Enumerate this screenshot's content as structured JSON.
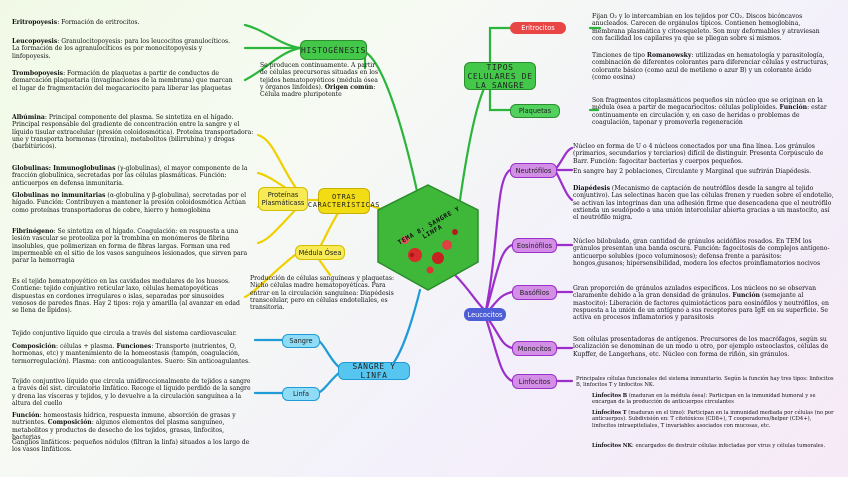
{
  "hub": {
    "title": "TEMA 8: SANGRE Y LINFA"
  },
  "nodes": {
    "histogenesis": "HISTOGÉNESIS",
    "tipos": "TIPOS CELULARES DE LA SANGRE",
    "otras": "OTRAS CARACTERÍSTICAS",
    "sangre_linfa": "SANGRE Y LINFA",
    "eritrocitos": "Eritrocitos",
    "plaquetas": "Plaquetas",
    "leucocitos": "Leucocitos",
    "neutrofilos": "Neutrófilos",
    "eosinofilos": "Eosinófilos",
    "basofilos": "Basófilos",
    "monocitos": "Monocitos",
    "linfocitos": "Linfocitos",
    "proteinas": "Proteínas Plasmáticass",
    "medula": "Médula Ósea",
    "sangre": "Sangre",
    "linfa": "Linfa"
  },
  "texts": {
    "eritropoyesis": {
      "b": "Eritropoyesis",
      "r": ": Formación de eritrocitos."
    },
    "leucopoyesis": {
      "b": "Leucopoyesis",
      "r": ": Granulocitopoyesis: para los leucocitos granulocíticos. La formación de los agranulocíticos es por monocitopoyesis y linfopoyesis."
    },
    "trombopoyesis": {
      "b": "Trombopoyesis",
      "r": ": Formación de plaquetas a partir de conductos de demarcación plaquetaria (invaginaciones de la membrana) que marcan el lugar de fragmentación del megacariocito para liberar las plaquetas"
    },
    "histo_desc": {
      "r": "Se producen continuamente. A partir de células precursoras situadas en los tejidos hematopoyéticos (médula ósea y órganos linfoides). ",
      "b": "Origen común",
      "r2": ": Célula madre pluripotente"
    },
    "eritro_desc": "Fijan O₂ y lo intercambian en los tejidos por CO₂. Discos bicóncavos anucleados. Carecen de orgánulos típicos. Contienen hemoglobina, membrana plasmática y citoesqueleto. Son muy deformables y atraviesan con facilidad los capilares ya que se pliegan sobre sí mismos.",
    "tinciones": {
      "r": "Tinciones de tipo ",
      "b": "Romanowsky",
      "r2": ": utilizadas en hematología y parasitología, combinación de diferentes colorantes para diferenciar células y estructuras, colorante básico (como azul de metileno o azur B) y un colorante ácido (como eosina)"
    },
    "plaq_desc": {
      "r": "Son fragmentos citoplasmáticos pequeños sin núcleo que se originan en la médula ósea a partir de megacariocitos: células poliploides. ",
      "b": "Función",
      "r2": ": estar continuamente en circulación y, en caso de heridas o problemas de coagulación, taponar y promoverla regeneración"
    },
    "neutro1": "Núcleo en forma de U o 4 núcleos conectados por una fina línea. Los gránulos (primarios, secundarios y terciarios) difícil de distinguir. Presenta Corpúsculo de Barr. Función: fagocitar bacterias y cuerpos pequeños.",
    "neutro2": "En sangre hay 2 poblaciones, Circulante y Marginal que sufrirán Diapédesis.",
    "diapedesis": {
      "b": "Diapédesis",
      "r": " (Mecanismo de captación de neutrófilos desde la sangre al tejido conjuntivo). Las selectinas hacen que las células frenen y rueden sobre el endotelio, se activan las integrinas dan una adhesión firme que desencadena que el neutrófilo extienda un seudópodo a una unión intercelular abierta gracias a un mastocito, así el neutrófilo migra."
    },
    "eosino": "Núcleo bilobulado, gran cantidad de gránulos acidófilos rosados. En TEM los gránulos presentan una banda oscura. Función: fagocitosis de complejos antígeno-anticuerpo solubles (poco voluminosos); defensa frente a parásitos: hongos,gusanos; hipersensibilidad, modera los efectos proinflamatorios nocivos",
    "baso": {
      "r": "Gran proporción de gránulos azulados específicos. Los núcleos no se observan claramente debido a la gran densidad de gránulos. ",
      "b": "Función",
      "r2": " (semejante al mastocito): Liberación de factores quimiotácticos para eosinófilos y neutrófilos, en respuesta a la unión de un antígeno a sus receptores para IgE en su superficie. Se activa en procesos inflamatorios y parasitosis"
    },
    "mono": "Son células presentadoras de antígenos. Precursores de los macrófagos, según su localización se denominan de un modo u otro, por ejemplo osteoclastos, células de Kupffer, de Langerhans, etc. Núcleo con forma de riñón, sin gránulos.",
    "linfo_intro": "Principales células funcionales del sistema inmunitario. Según la función hay tres tipos: linfocitos B, linfocitos T y linfocitos NK.",
    "linfoB": {
      "b": "Linfocitos B",
      "r": " (maduran en la médula ósea): Participan en la inmunidad humoral y se encargan de la producción de anticuerpos circulantes"
    },
    "linfoT": {
      "b": "Linfocitos T",
      "r": " (maduran en el timo): Participan en la inmunidad mediada por células (no por anticuerpos). Subdivisión en: T citotóxicos (CD8+), T cooperadores/helper (CD4+), linfocitos intraepiteliales, T invariables asociados con mucosas, etc."
    },
    "linfoNK": {
      "b": "Linfocitos NK",
      "r": ": encargados de destruir células infectadas por virus y células tumorales."
    },
    "albumina": {
      "b": "Albúmina",
      "r": ": Principal componente del plasma. Se sintetiza en el hígado. Principal responsable del gradiente de concentración entre la sangre y el líquido tisular extracelular (presión coloidosmótica). Proteína transportadora: une y transporta hormonas (tiroxina), metabolitos (bilirrubina) y drogas (barbitúricos)."
    },
    "glob_inm": {
      "b": "Globulinas: Inmunoglobulinas",
      "r": " (γ-globulinas), el mayor componente de la fracción globulínica, secretadas por las células plasmáticas. Función: anticuerpos en defensa inmunitaria."
    },
    "glob_no": {
      "b": "Globulinas no inmunitarias",
      "r": " (α-globulina y β-globulina), secretadas por el hígado. Función: Contribuyen a mantener la presión coloidosmótica Actúan como proteínas transportadoras de cobre, hierro y hemoglobina"
    },
    "fibrinogeno": {
      "b": "Fibrinógeno",
      "r": ": Se sintetiza en el hígado. Coagulación: en respuesta a una lesión vascular se proteoliza por la trombina en monómeros de fibrina insolubles, que polimerizan en forma de fibras largas. Forman una red impermeable en el sitio de los vasos sanguíneos lesionados, que sirven para parar la hemorragia"
    },
    "medula_left": "Es el tejido hematopoyético en las cavidades medulares de los huesos. Contiene: tejido conjuntivo reticular laxo, células hematopoyéticas dispuestas en cordones irregulares o islas, separadas por sinusoides venosos de paredes finas. Hay 2 tipos: roja y amarilla (al avanzar en edad se llena de lípidos).",
    "medula_right": "Producción de células sanguíneas y plaquetas: Nicho células madre hematopoyéticas. Para entrar en la circulación sanguínea: Diapédesis transcelular, pero en células endoteliales, es transitoria.",
    "sangre_intro": "Tejido conjuntivo líquido que circula a través del sistema cardiovascular.",
    "sangre_comp": {
      "b": "Composición",
      "r": ": células + plasma. ",
      "b2": "Funciones",
      "r2": ": Transporte (nutrientes, O, hormonas, etc) y mantenimiento de la homeostasis (tampón, coagulación, termorregulación). Plasma: con anticoagulantes. Suero: Sin anticoagulantes."
    },
    "linfa_intro": "Tejido conjuntivo líquido que circula unidireccionalmente de tejidos a sangre a través del sist. circulatorio linfático. Recoge el líquido perdido de la sangre y drena las vísceras y tejidos, y lo devuelve a la circulación sanguínea a la altura del cuello",
    "linfa_func": {
      "b": "Función",
      "r": ": homeostasis hídrica, respuesta inmune, absorción de grasas y nutrientes. ",
      "b2": "Composición",
      "r2": ": algunos elementos del plasma sanguíneo, metabolitos y productos de desecho de los tejidos, grasas, linfocitos, bacterias"
    },
    "ganglios": "Ganglios linfáticos: pequeños nódulos (filtran la linfa) situados a los largo de los vasos linfáticos."
  }
}
